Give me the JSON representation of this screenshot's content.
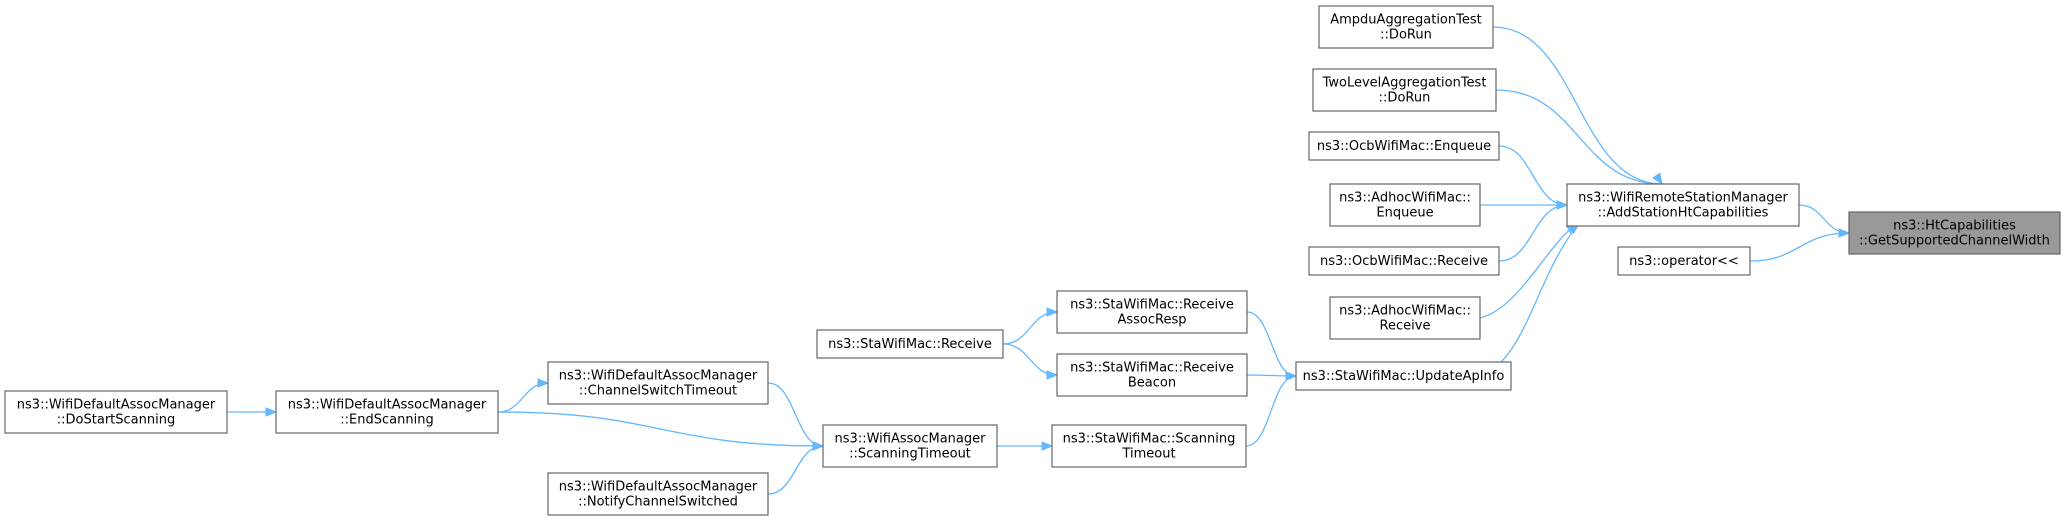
{
  "diagram": {
    "nodes": {
      "focus": [
        "ns3::HtCapabilities",
        "::GetSupportedChannelWidth"
      ],
      "addStation": [
        "ns3::WifiRemoteStationManager",
        "::AddStationHtCapabilities"
      ],
      "operator": [
        "ns3::operator<<"
      ],
      "ampdu": [
        "AmpduAggregationTest",
        "::DoRun"
      ],
      "twoLevel": [
        "TwoLevelAggregationTest",
        "::DoRun"
      ],
      "ocbEnqueue": [
        "ns3::OcbWifiMac::Enqueue"
      ],
      "adhocEnqueue": [
        "ns3::AdhocWifiMac::",
        "Enqueue"
      ],
      "ocbReceive": [
        "ns3::OcbWifiMac::Receive"
      ],
      "adhocReceive": [
        "ns3::AdhocWifiMac::",
        "Receive"
      ],
      "updateApInfo": [
        "ns3::StaWifiMac::UpdateApInfo"
      ],
      "receiveAssocResp": [
        "ns3::StaWifiMac::Receive",
        "AssocResp"
      ],
      "receiveBeacon": [
        "ns3::StaWifiMac::Receive",
        "Beacon"
      ],
      "scanningTimeout": [
        "ns3::StaWifiMac::Scanning",
        "Timeout"
      ],
      "staReceive": [
        "ns3::StaWifiMac::Receive"
      ],
      "assocScanningTimeout": [
        "ns3::WifiAssocManager",
        "::ScanningTimeout"
      ],
      "channelSwitchTimeout": [
        "ns3::WifiDefaultAssocManager",
        "::ChannelSwitchTimeout"
      ],
      "endScanning": [
        "ns3::WifiDefaultAssocManager",
        "::EndScanning"
      ],
      "notifyChannelSwitched": [
        "ns3::WifiDefaultAssocManager",
        "::NotifyChannelSwitched"
      ],
      "doStartScanning": [
        "ns3::WifiDefaultAssocManager",
        "::DoStartScanning"
      ]
    },
    "edges": [
      [
        "addStation",
        "focus"
      ],
      [
        "operator",
        "focus"
      ],
      [
        "ampdu",
        "addStation"
      ],
      [
        "twoLevel",
        "addStation"
      ],
      [
        "ocbEnqueue",
        "addStation"
      ],
      [
        "adhocEnqueue",
        "addStation"
      ],
      [
        "ocbReceive",
        "addStation"
      ],
      [
        "adhocReceive",
        "addStation"
      ],
      [
        "updateApInfo",
        "addStation"
      ],
      [
        "receiveAssocResp",
        "updateApInfo"
      ],
      [
        "receiveBeacon",
        "updateApInfo"
      ],
      [
        "scanningTimeout",
        "updateApInfo"
      ],
      [
        "staReceive",
        "receiveAssocResp"
      ],
      [
        "staReceive",
        "receiveBeacon"
      ],
      [
        "assocScanningTimeout",
        "scanningTimeout"
      ],
      [
        "channelSwitchTimeout",
        "assocScanningTimeout"
      ],
      [
        "endScanning",
        "assocScanningTimeout"
      ],
      [
        "notifyChannelSwitched",
        "assocScanningTimeout"
      ],
      [
        "endScanning",
        "channelSwitchTimeout"
      ],
      [
        "doStartScanning",
        "endScanning"
      ]
    ],
    "colors": {
      "edge": "#63b8ff",
      "focus_fill": "#999999",
      "border": "#666666"
    }
  }
}
